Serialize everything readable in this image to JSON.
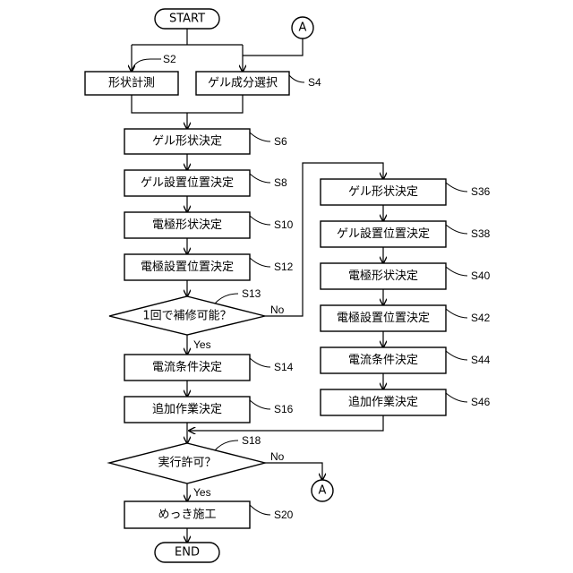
{
  "terminals": {
    "start": "START",
    "end": "END"
  },
  "connectors": {
    "top": "A",
    "bottom": "A"
  },
  "steps": {
    "s2": {
      "text": "形状計測",
      "label": "S2"
    },
    "s4": {
      "text": "ゲル成分選択",
      "label": "S4"
    },
    "s6": {
      "text": "ゲル形状決定",
      "label": "S6"
    },
    "s8": {
      "text": "ゲル設置位置決定",
      "label": "S8"
    },
    "s10": {
      "text": "電極形状決定",
      "label": "S10"
    },
    "s12": {
      "text": "電極設置位置決定",
      "label": "S12"
    },
    "s14": {
      "text": "電流条件決定",
      "label": "S14"
    },
    "s16": {
      "text": "追加作業決定",
      "label": "S16"
    },
    "s20": {
      "text": "めっき施工",
      "label": "S20"
    },
    "s36": {
      "text": "ゲル形状決定",
      "label": "S36"
    },
    "s38": {
      "text": "ゲル設置位置決定",
      "label": "S38"
    },
    "s40": {
      "text": "電極形状決定",
      "label": "S40"
    },
    "s42": {
      "text": "電極設置位置決定",
      "label": "S42"
    },
    "s44": {
      "text": "電流条件決定",
      "label": "S44"
    },
    "s46": {
      "text": "追加作業決定",
      "label": "S46"
    }
  },
  "decisions": {
    "s13": {
      "text": "1回で補修可能？",
      "label": "S13",
      "yes": "Yes",
      "no": "No"
    },
    "s18": {
      "text": "実行許可？",
      "label": "S18",
      "yes": "Yes",
      "no": "No"
    }
  }
}
